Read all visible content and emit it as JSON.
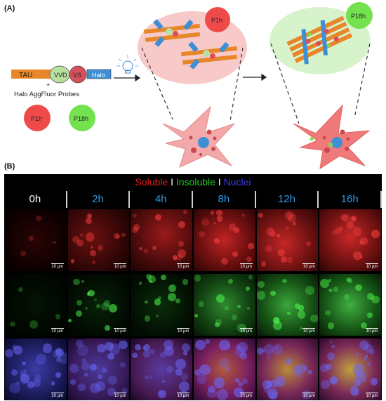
{
  "panelA": {
    "label": "(A)",
    "construct": {
      "tau": "TAU",
      "vvd": "VVD",
      "vs": "VS",
      "halo": "Halo"
    },
    "plus": "+",
    "probes_title": "Halo AggFluor Probes",
    "probe_p1h": "P1h",
    "probe_p18h": "P18h",
    "bubble_p1h": "P1h",
    "bubble_p18h": "P18h",
    "colors": {
      "p1h": "#ef4a4a",
      "p18h": "#74e24e",
      "tau": "#e8872a",
      "vvd": "#b6dfa0",
      "vs": "#d84f5c",
      "halo": "#3e8fd6"
    }
  },
  "panelB": {
    "label": "(B)",
    "legend": {
      "soluble": "Soluble",
      "sep1": "I",
      "insoluble": "Insoluble",
      "sep2": "I",
      "nuclei": "Nuclei"
    },
    "timepoints": [
      "0h",
      "2h",
      "4h",
      "8h",
      "12h",
      "16h"
    ],
    "scale_bar": "10 µm",
    "rows": [
      "soluble",
      "insoluble",
      "merge"
    ]
  }
}
